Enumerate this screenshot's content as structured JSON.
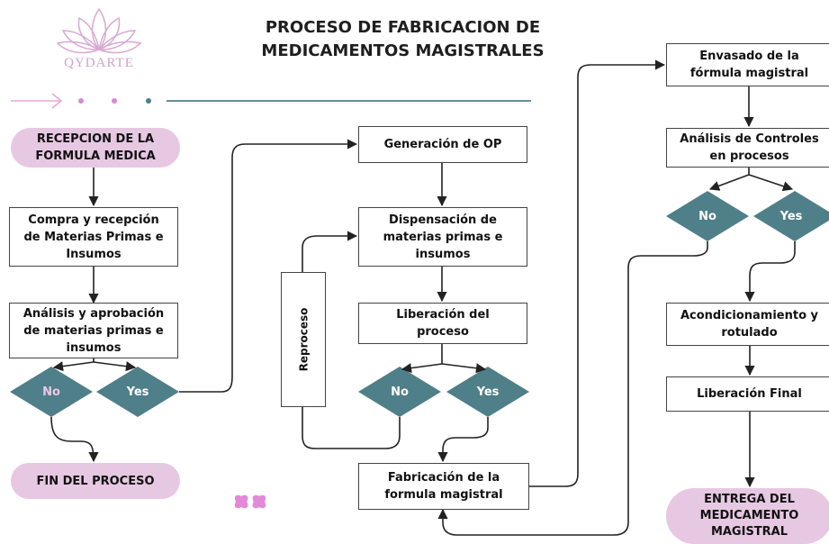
{
  "title": {
    "line1": "PROCESO DE FABRICACION DE",
    "line2": "MEDICAMENTOS MAGISTRALES"
  },
  "logo": {
    "text": "QYDARTE",
    "icon": "lotus-icon"
  },
  "decor": {
    "arrow_icon": "arrow-right-icon",
    "flower_icon": "four-petal-flower-icon",
    "accent": "#e6a8da",
    "teal": "#4f7f88",
    "pill": "#e7c8e3"
  },
  "nodes": {
    "recepcion": "RECEPCION DE LA\nFORMULA MEDICA",
    "compra": "Compra y recepción\nde Materias Primas e\nInsumos",
    "analisis_mp": "Análisis y aprobación\nde materias primas e\ninsumos",
    "no_1": "No",
    "yes_1": "Yes",
    "fin": "FIN DEL PROCESO",
    "generacion": "Generación de OP",
    "dispensacion": "Dispensación de\nmaterias primas e\ninsumos",
    "reproceso": "Reproceso",
    "liberacion_proceso": "Liberación del\nproceso",
    "no_2": "No",
    "yes_2": "Yes",
    "fabricacion": "Fabricación de la\nformula magistral",
    "envasado": "Envasado de la\nfórmula magistral",
    "analisis_controles": "Análisis de Controles\nen procesos",
    "no_3": "No",
    "yes_3": "Yes",
    "acondicionamiento": "Acondicionamiento y\nrotulado",
    "liberacion_final": "Liberación Final",
    "entrega": "ENTREGA DEL\nMEDICAMENTO\nMAGISTRAL"
  }
}
